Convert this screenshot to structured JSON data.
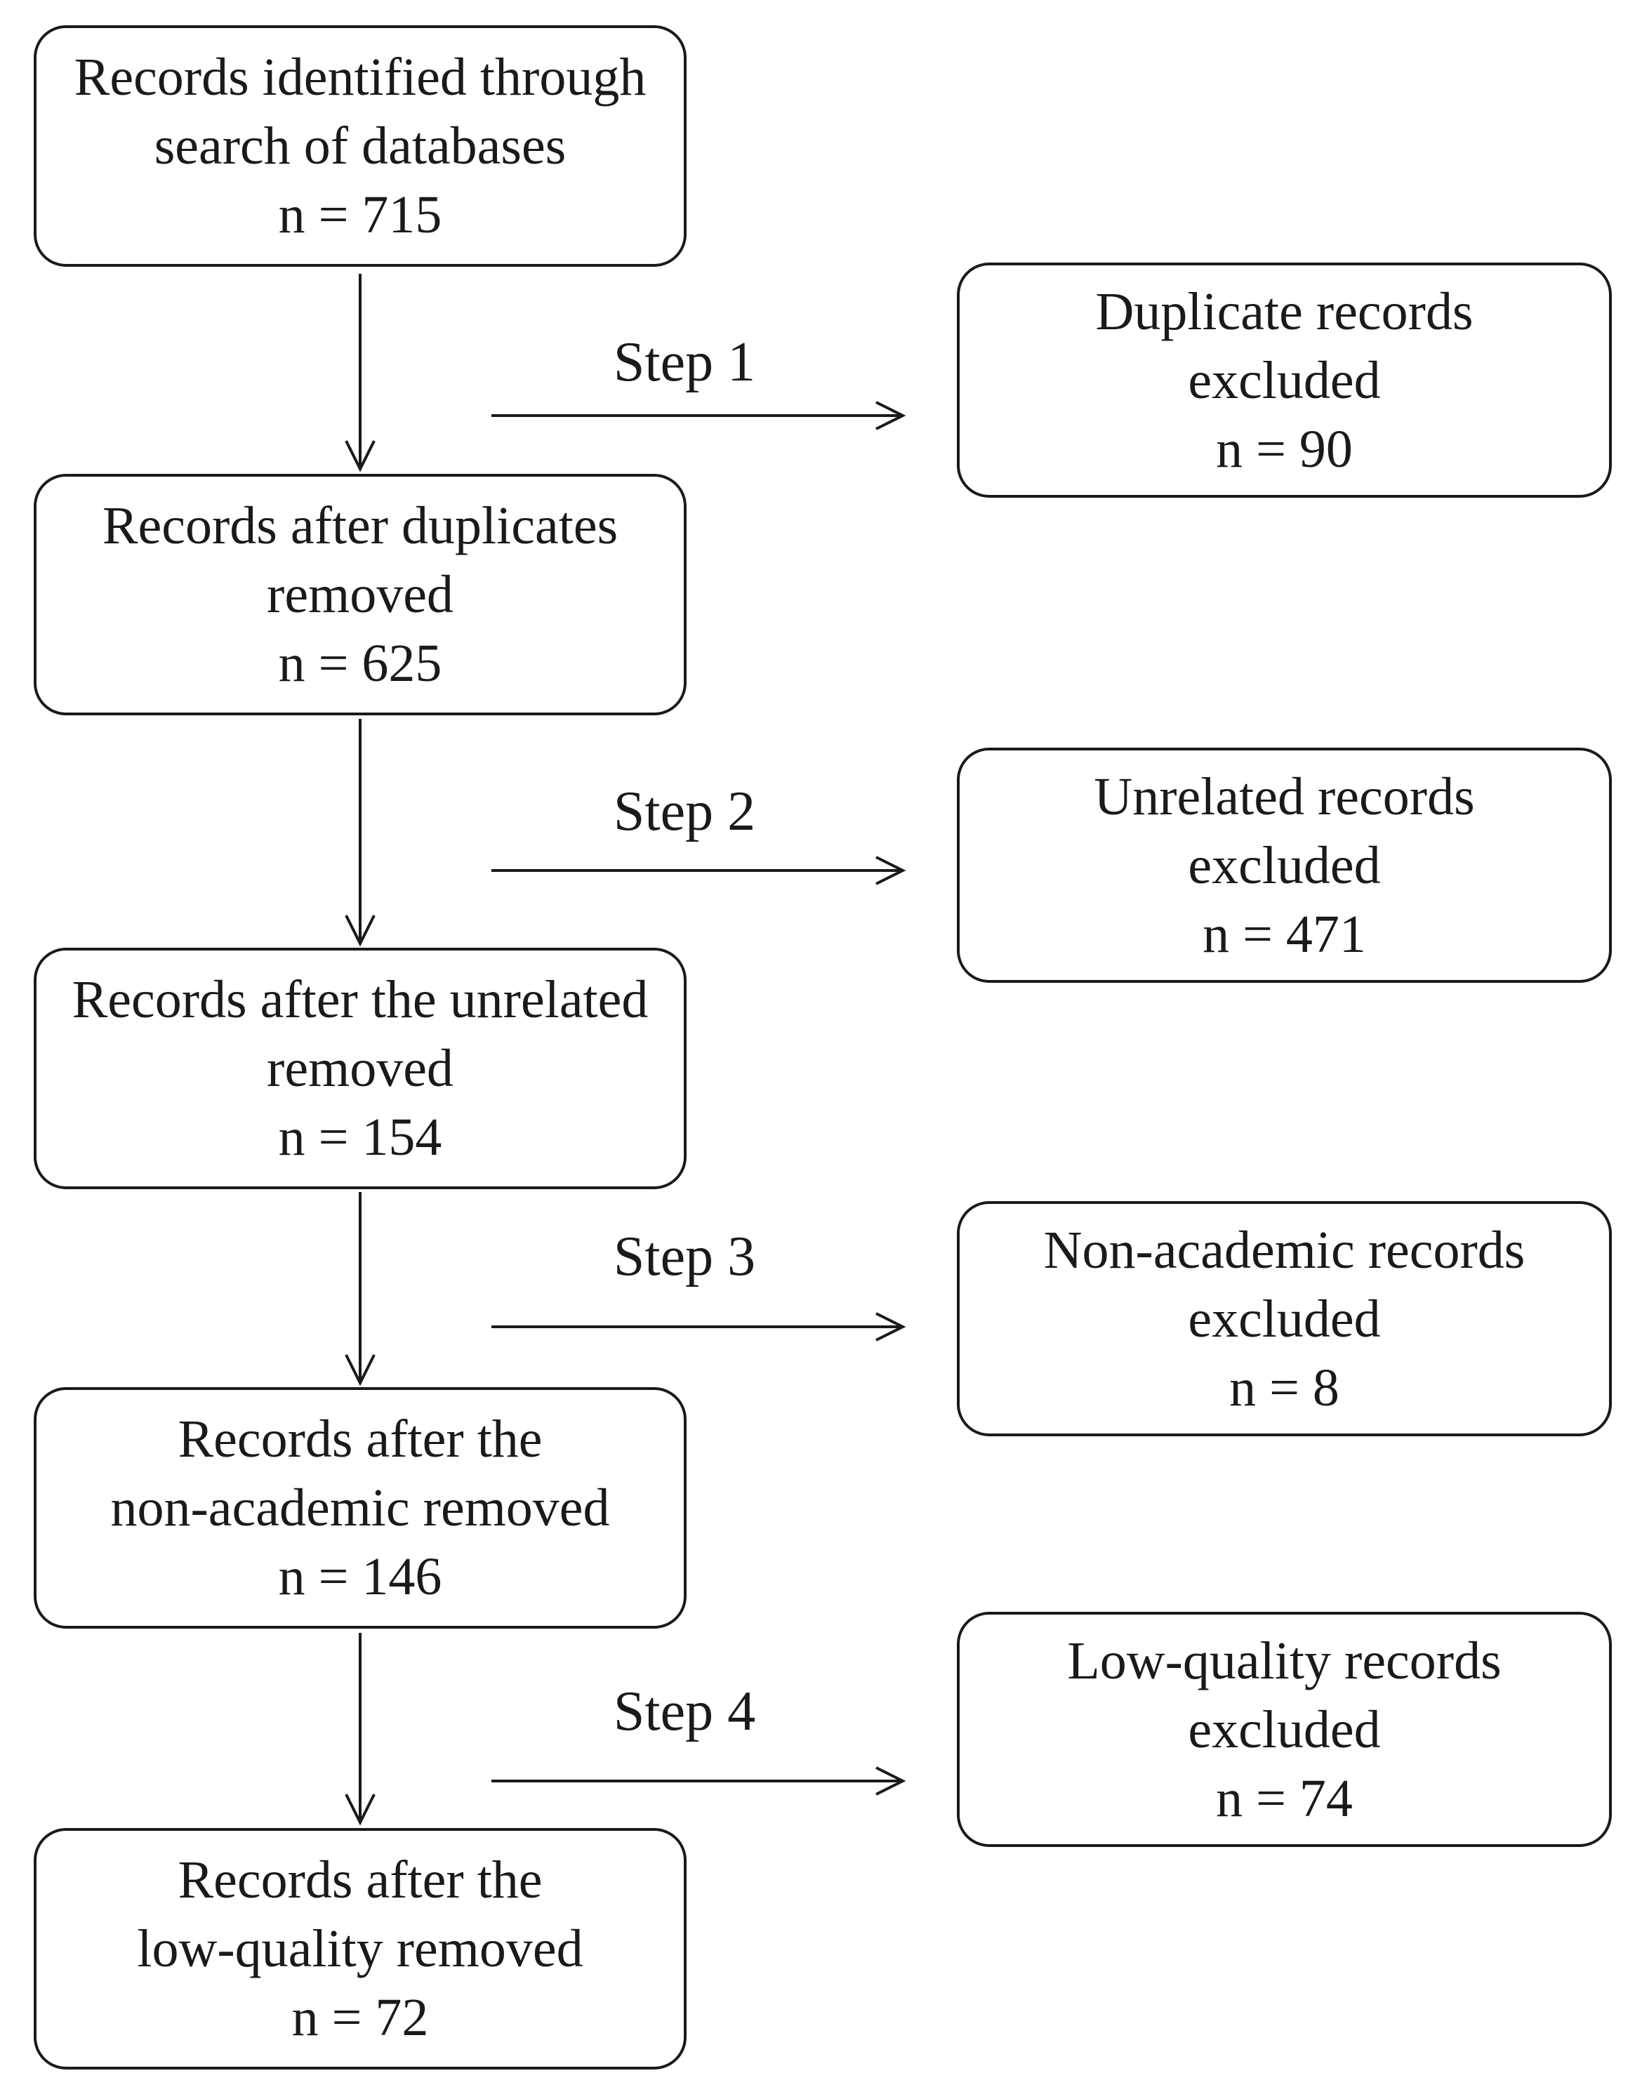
{
  "flow": {
    "main": [
      {
        "line1": "Records identified through",
        "line2": "search of databases",
        "count": "n = 715"
      },
      {
        "line1": "Records after duplicates",
        "line2": "removed",
        "count": "n = 625"
      },
      {
        "line1": "Records after the unrelated",
        "line2": "removed",
        "count": "n = 154"
      },
      {
        "line1": "Records after the",
        "line2": "non-academic removed",
        "count": "n = 146"
      },
      {
        "line1": "Records after the",
        "line2": "low-quality removed",
        "count": "n = 72"
      }
    ],
    "excluded": [
      {
        "line1": "Duplicate records",
        "line2": "excluded",
        "count": "n = 90"
      },
      {
        "line1": "Unrelated records",
        "line2": "excluded",
        "count": "n = 471"
      },
      {
        "line1": "Non-academic records",
        "line2": "excluded",
        "count": "n = 8"
      },
      {
        "line1": "Low-quality records",
        "line2": "excluded",
        "count": "n = 74"
      }
    ],
    "steps": [
      "Step 1",
      "Step 2",
      "Step 3",
      "Step 4"
    ]
  }
}
